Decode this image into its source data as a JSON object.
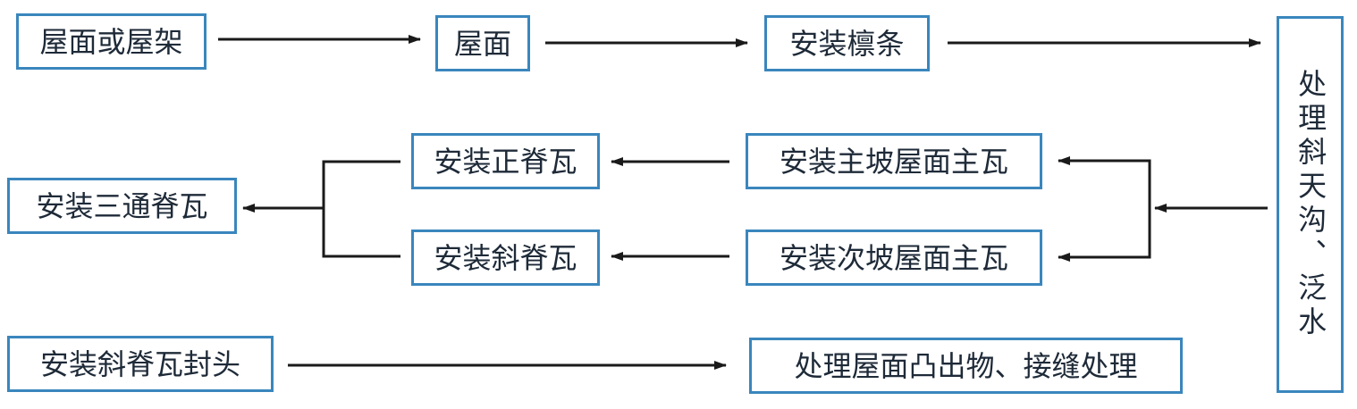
{
  "nodes": {
    "roof_or_truss": "屋面或屋架",
    "roof": "屋面",
    "install_purlins": "安装檩条",
    "valley_flashing": "处理斜天沟、泛水",
    "main_slope_tiles": "安装主坡屋面主瓦",
    "secondary_slope_tiles": "安装次坡屋面主瓦",
    "ridge_tiles": "安装正脊瓦",
    "hip_tiles": "安装斜脊瓦",
    "three_way_ridge_tiles": "安装三通脊瓦",
    "hip_end_caps": "安装斜脊瓦封头",
    "protrusions_joints": "处理屋面凸出物、接缝处理"
  },
  "colors": {
    "box_border": "#3a86bd",
    "text": "#1e2a38",
    "line": "#1a1a1a"
  }
}
